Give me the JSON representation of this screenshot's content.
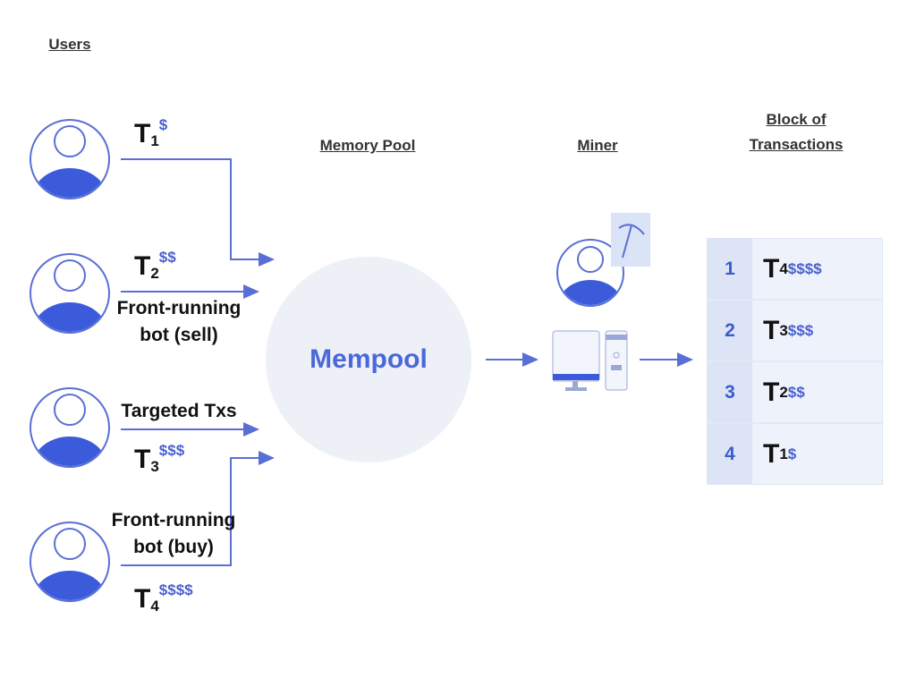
{
  "headers": {
    "users": "Users",
    "memory_pool": "Memory Pool",
    "miner": "Miner",
    "block_line1": "Block of",
    "block_line2": "Transactions"
  },
  "transactions": [
    {
      "t": "T",
      "sub": "1",
      "sup": "$"
    },
    {
      "t": "T",
      "sub": "2",
      "sup": "$$",
      "label1": "Front-running",
      "label2": "bot (sell)"
    },
    {
      "t": "T",
      "sub": "3",
      "sup": "$$$",
      "label1": "Targeted Txs"
    },
    {
      "t": "T",
      "sub": "4",
      "sup": "$$$$",
      "label1": "Front-running",
      "label2": "bot (buy)"
    }
  ],
  "mempool": "Mempool",
  "block": [
    {
      "n": "1",
      "t": "T",
      "sub": "4",
      "sup": "$$$$"
    },
    {
      "n": "2",
      "t": "T",
      "sub": "3",
      "sup": "$$$"
    },
    {
      "n": "3",
      "t": "T",
      "sub": "2",
      "sup": "$$"
    },
    {
      "n": "4",
      "t": "T",
      "sub": "1",
      "sup": "$"
    }
  ],
  "colors": {
    "accent": "#3b5bdb",
    "line": "#5a6fd6",
    "mempool_fill": "#eef0f8"
  }
}
